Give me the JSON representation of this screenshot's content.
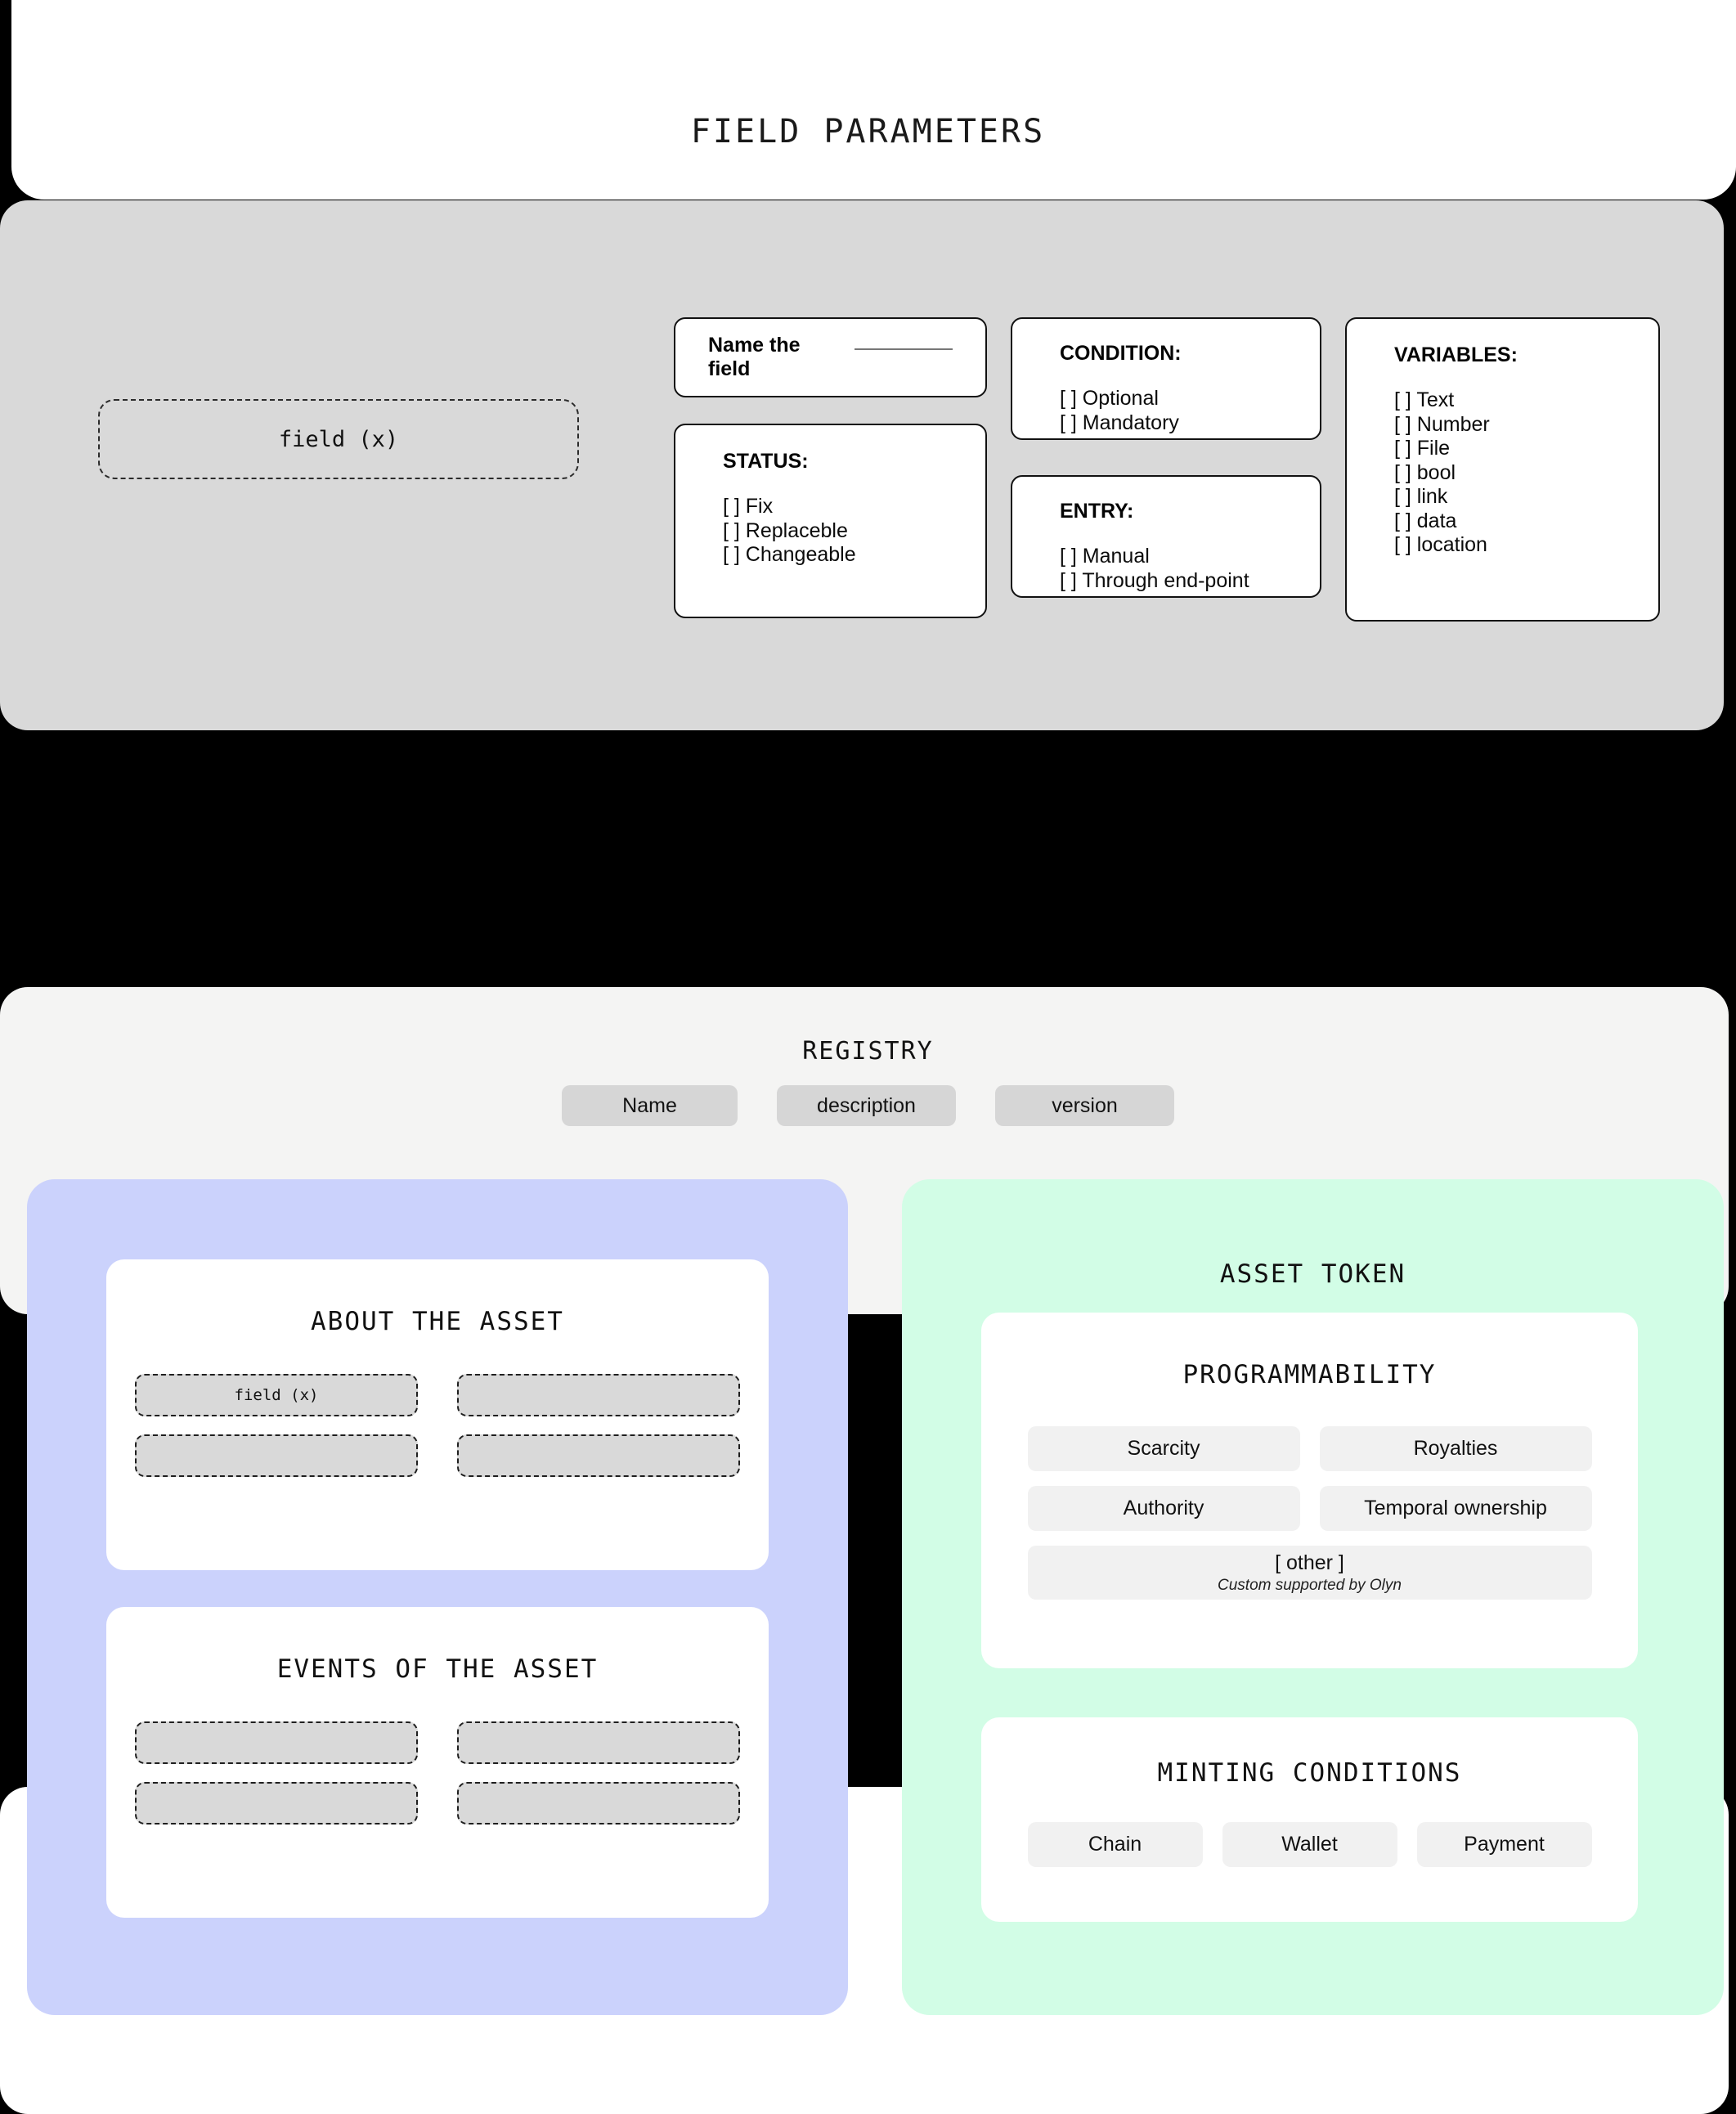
{
  "header": {
    "title": "FIELD PARAMETERS"
  },
  "params": {
    "field_chip_label": "field (x)",
    "name_card": {
      "label": "Name the field",
      "blank": ""
    },
    "status_card": {
      "heading": "STATUS:",
      "options": [
        "[  ] Fix",
        "[  ] Replaceble",
        "[  ] Changeable"
      ]
    },
    "condition_card": {
      "heading": "CONDITION:",
      "options": [
        "[  ] Optional",
        "[  ] Mandatory"
      ]
    },
    "entry_card": {
      "heading": "ENTRY:",
      "options": [
        "[  ] Manual",
        "[  ] Through end-point"
      ]
    },
    "variables_card": {
      "heading": "VARIABLES:",
      "options": [
        "[  ] Text",
        "[  ] Number",
        "[  ] File",
        "[  ] bool",
        "[  ] link",
        "[  ] data",
        "[  ] location"
      ]
    }
  },
  "registry": {
    "title": "REGISTRY",
    "pills": [
      "Name",
      "description",
      "version"
    ]
  },
  "about_asset": {
    "title": "ABOUT THE ASSET",
    "slots": [
      "field (x)",
      "",
      "",
      ""
    ]
  },
  "events_asset": {
    "title": "EVENTS OF THE ASSET",
    "slots": [
      "",
      "",
      "",
      ""
    ]
  },
  "asset_token": {
    "title": "ASSET TOKEN",
    "programmability": {
      "title": "PROGRAMMABILITY",
      "buttons": [
        "Scarcity",
        "Royalties",
        "Authority",
        "Temporal ownership"
      ],
      "other_label": "[ other ]",
      "other_sub": "Custom supported by Olyn"
    },
    "minting": {
      "title": "MINTING CONDITIONS",
      "buttons": [
        "Chain",
        "Wallet",
        "Payment"
      ]
    }
  },
  "colors": {
    "purple_panel": "#cbd2fc",
    "green_panel": "#d2fde6",
    "gray_panel": "#d9d9d9",
    "registry_panel": "#f4f4f3",
    "background": "#000000"
  }
}
